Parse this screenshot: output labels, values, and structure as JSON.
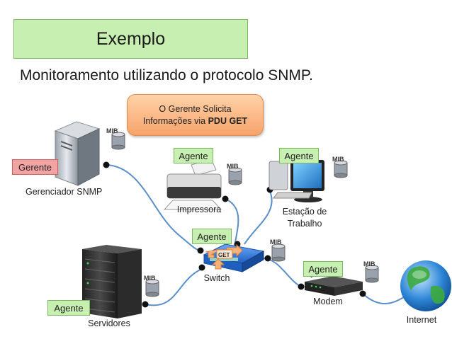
{
  "slide": {
    "title": "Exemplo",
    "subtitle": "Monitoramento utilizando o protocolo  SNMP."
  },
  "callout": {
    "line1": "O Gerente Solicita",
    "line2_prefix": "Informações via ",
    "line2_bold": "PDU GET"
  },
  "tags": {
    "manager": "Gerente",
    "agent": "Agente",
    "mib": "MIB",
    "get": "GET"
  },
  "nodes": {
    "manager_label": "Gerenciador SNMP",
    "printer_label": "Impressora",
    "workstation_label_1": "Estação de",
    "workstation_label_2": "Trabalho",
    "switch_label": "Switch",
    "servers_label": "Servidores",
    "modem_label": "Modem",
    "internet_label": "Internet"
  },
  "colors": {
    "tag_green": "#c6efb1",
    "tag_red": "#f4a3a3",
    "callout_orange": "#f6a36b",
    "cable_blue": "#5b8fc9",
    "switch_blue": "#2e6fd0"
  }
}
